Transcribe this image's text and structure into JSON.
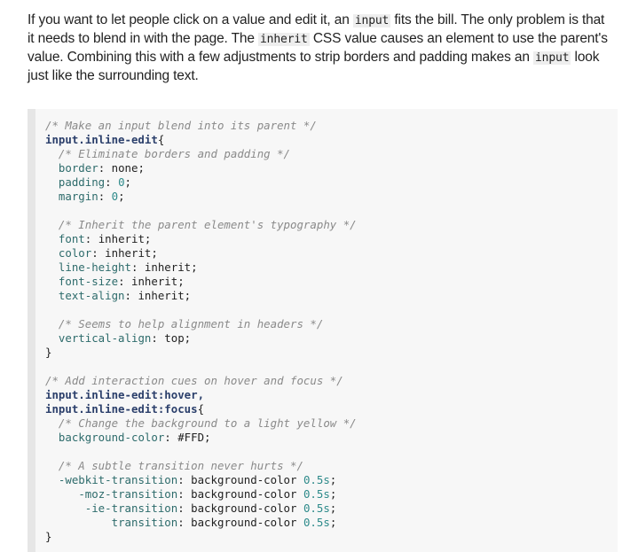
{
  "intro": {
    "t1": "If you want to let people click on a value and edit it, an ",
    "code1": "input",
    "t2": " fits the bill. The only problem is that it needs to blend in with the page. The ",
    "code2": "inherit",
    "t3": " CSS value causes an element to use the parent's value. Combining this with a few adjustments to strip borders and padding makes an ",
    "code3": "input",
    "t4": " look just like the surrounding text."
  },
  "code": {
    "l01_comment": "/* Make an input blend into its parent */",
    "l02_selector": "input.inline-edit",
    "l02_brace": "{",
    "l03_comment": "/* Eliminate borders and padding */",
    "l04_prop": "border",
    "l04_val": "none",
    "l05_prop": "padding",
    "l05_val": "0",
    "l06_prop": "margin",
    "l06_val": "0",
    "l08_comment": "/* Inherit the parent element's typography */",
    "l09_prop": "font",
    "l09_val": "inherit",
    "l10_prop": "color",
    "l10_val": "inherit",
    "l11_prop": "line-height",
    "l11_val": "inherit",
    "l12_prop": "font-size",
    "l12_val": "inherit",
    "l13_prop": "text-align",
    "l13_val": "inherit",
    "l15_comment": "/* Seems to help alignment in headers */",
    "l16_prop": "vertical-align",
    "l16_val": "top",
    "l17_brace": "}",
    "l19_comment": "/* Add interaction cues on hover and focus */",
    "l20_selector": "input.inline-edit:hover,",
    "l21_selector": "input.inline-edit:focus",
    "l21_brace": "{",
    "l22_comment": "/* Change the background to a light yellow */",
    "l23_prop": "background-color",
    "l23_val": "#FFD",
    "l25_comment": "/* A subtle transition never hurts */",
    "l26_prop": "-webkit-transition",
    "l26_val": "background-color",
    "l26_num": "0.5s",
    "l27_prop": "-moz-transition",
    "l27_val": "background-color",
    "l27_num": "0.5s",
    "l28_prop": "-ie-transition",
    "l28_val": "background-color",
    "l28_num": "0.5s",
    "l29_prop": "transition",
    "l29_val": "background-color",
    "l29_num": "0.5s",
    "l30_brace": "}"
  },
  "colors": {
    "comment": "#8a8a8a",
    "selector": "#2b3f6b",
    "property": "#2d6b6b",
    "number": "#2d8a8a",
    "code_background": "#f7f7f7",
    "code_border": "#e6e6e6"
  }
}
